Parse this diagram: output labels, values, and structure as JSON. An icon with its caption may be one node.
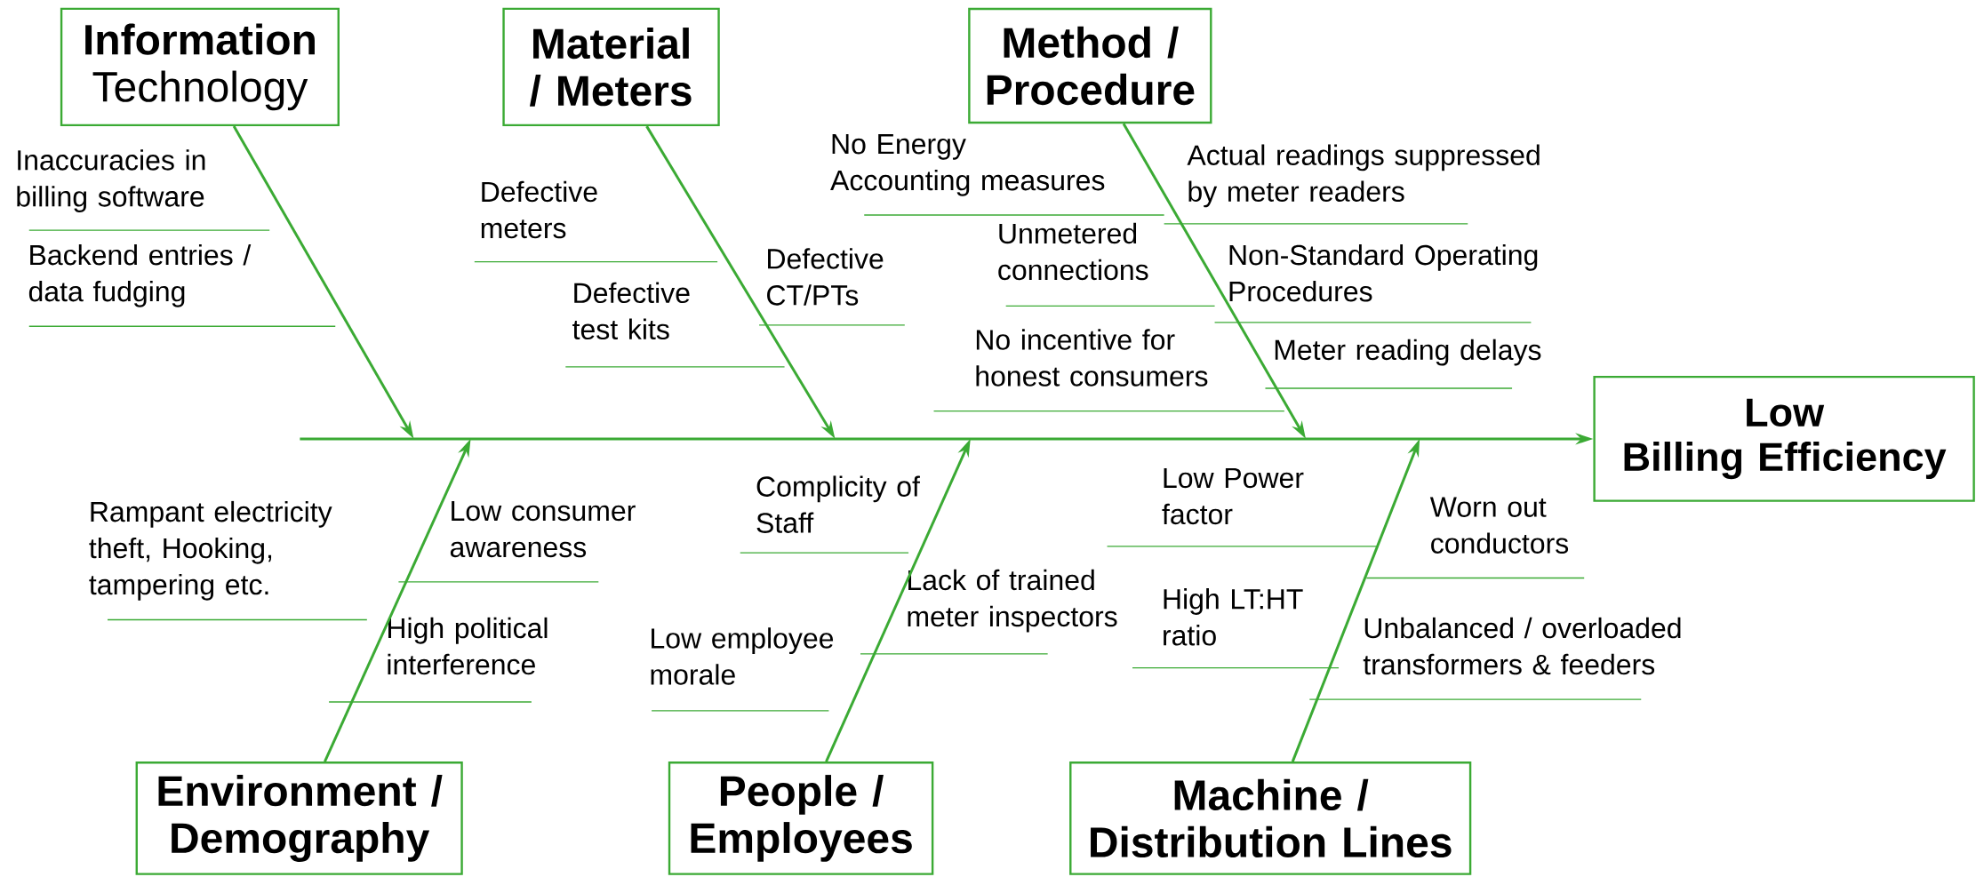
{
  "diagram": {
    "nodes": [
      {
        "text": [
          "**Information** Technology"
        ]
      },
      {
        "text": [
          "Material / Meters"
        ]
      },
      {
        "text": [
          "Method / Procedure"
        ]
      },
      {
        "text": [
          "Low Billing Efficiency"
        ]
      },
      {
        "text": [
          "Environment / Demography"
        ]
      },
      {
        "text": [
          "People / Employees"
        ]
      },
      {
        "text": [
          "Machine / Distribution Lines"
        ]
      }
    ],
    "edges": [
      {
        "from": null,
        "to": 3,
        "arrow": "to"
      },
      {
        "from": 0,
        "to": null,
        "arrow": "to"
      },
      {
        "from": 1,
        "to": null,
        "arrow": "to"
      },
      {
        "from": 2,
        "to": null,
        "arrow": "to"
      },
      {
        "from": 4,
        "to": null,
        "arrow": "to"
      },
      {
        "from": 5,
        "to": null,
        "arrow": "to"
      },
      {
        "from": 6,
        "to": null,
        "arrow": "to"
      }
    ],
    "labels": [
      "Inaccuracies in billing software",
      "Backend entries / data fudging",
      "Defective meters",
      "Defective test kits",
      "Defective CT/PTs",
      "No Energy Accounting measures",
      "Actual readings suppressed by meter readers",
      "Unmetered connections",
      "Non-Standard Operating Procedures",
      "No incentive for honest consumers",
      "Meter reading delays",
      "Rampant electricity theft, Hooking, tampering etc.",
      "Low consumer awareness",
      "High political interference",
      "Complicity of Staff",
      "Lack of trained meter inspectors",
      "Low employee morale",
      "Low Power factor",
      "Worn out conductors",
      "High LT:HT ratio",
      "Unbalanced / overloaded transformers & feeders"
    ]
  }
}
